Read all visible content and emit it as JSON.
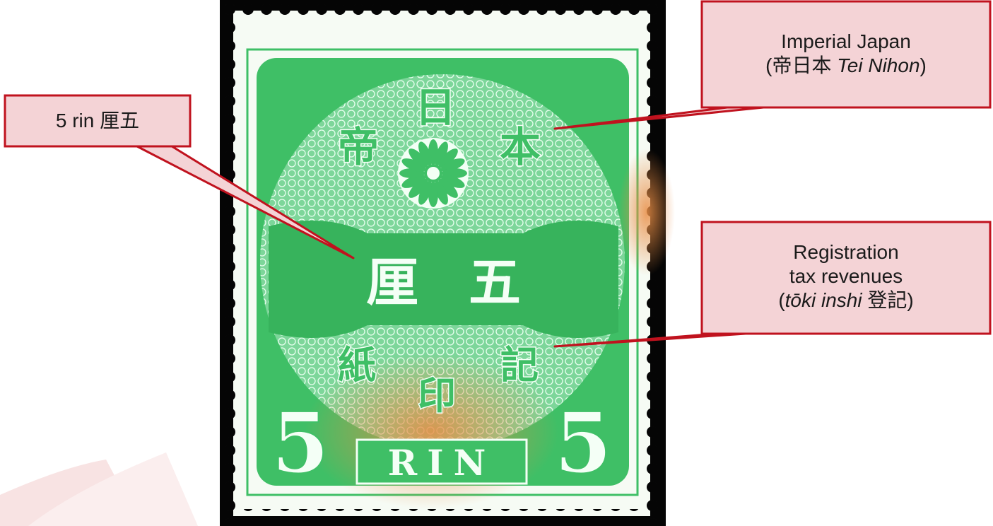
{
  "colors": {
    "stamp_green": "#3fbf66",
    "stamp_light": "#bff0cc",
    "stamp_white": "#f4fff6",
    "postmark_orange": "#e88d45",
    "callout_fill": "#f4d3d6",
    "callout_border": "#c0121e",
    "background_swoosh": "#f8e3e3",
    "frame_black": "#050505"
  },
  "stamp": {
    "top_glyphs": [
      "帝",
      "日",
      "本"
    ],
    "center_glyphs": [
      "厘",
      "五"
    ],
    "bottom_glyphs": [
      "紙",
      "印",
      "記"
    ],
    "corner_value": "5",
    "denomination_text": "RIN",
    "emblem": "chrysanthemum-emblem"
  },
  "callouts": {
    "value": {
      "text": "5 rin 厘五"
    },
    "imperial": {
      "line1": "Imperial Japan",
      "line2_open": "(帝日本 ",
      "line2_italic": "Tei Nihon",
      "line2_close": ")"
    },
    "registration": {
      "line1": "Registration",
      "line2": "tax revenues",
      "line3_open": "(",
      "line3_italic": "tōki inshi",
      "line3_close": " 登記)"
    }
  }
}
